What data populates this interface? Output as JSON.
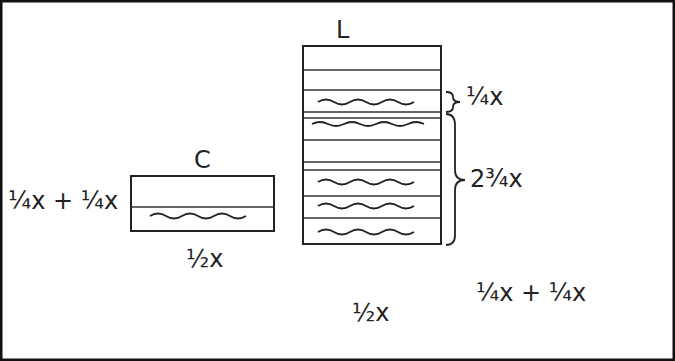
{
  "diagram": {
    "nodes": [
      {
        "text": [
          "C"
        ]
      },
      {
        "text": [
          "L"
        ]
      }
    ],
    "labels": [
      "¼x + ¼x",
      "½x",
      "¼x",
      "2¾x",
      "½x",
      "¼x + ¼x"
    ]
  }
}
